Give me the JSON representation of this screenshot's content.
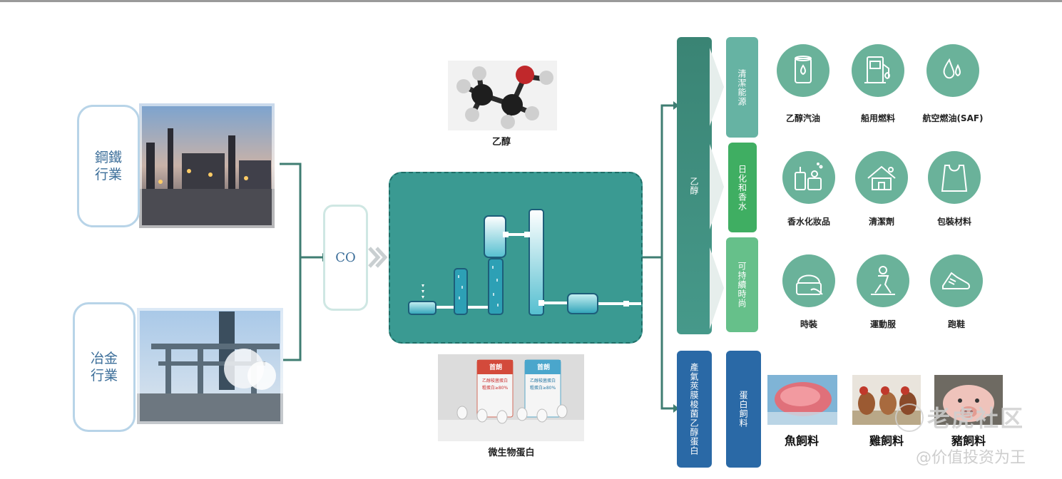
{
  "inputs": [
    {
      "label": "鋼鐵\n行業"
    },
    {
      "label": "冶金\n行業"
    }
  ],
  "gas": {
    "label": "CO"
  },
  "products_top": {
    "ethanol_caption": "乙醇"
  },
  "products_bottom": {
    "protein_caption": "微生物蛋白"
  },
  "bags": {
    "brand": "首朗",
    "line1": "乙醇梭菌蛋白",
    "line2": "粗蛋白≥80%"
  },
  "branches": {
    "ethanol": "乙醇",
    "protein": "產氣莢膜梭菌乙醇蛋白"
  },
  "categories": [
    "清潔能源",
    "日化和香水",
    "可持續時尚",
    "蛋白飼料"
  ],
  "uses": {
    "energy": [
      "乙醇汽油",
      "船用燃料",
      "航空燃油(SAF)"
    ],
    "chemical": [
      "香水化妝品",
      "清潔劑",
      "包裝材料"
    ],
    "fashion": [
      "時裝",
      "運動服",
      "跑鞋"
    ],
    "feed": [
      "魚飼料",
      "雞飼料",
      "豬飼料"
    ]
  },
  "colors": {
    "teal_dark": "#3d8a7a",
    "teal_light": "#66b3a3",
    "green": "#3fae62",
    "green_light": "#66c08a",
    "blue": "#2a6aa5",
    "icon": "#6ab29a"
  },
  "icons": [
    "fuel-can-icon",
    "fuel-pump-icon",
    "droplets-icon",
    "cosmetics-icon",
    "cleaning-house-icon",
    "bag-icon",
    "handbag-icon",
    "person-icon",
    "sneaker-icon"
  ],
  "watermark": {
    "brand": "老虎社区",
    "handle": "@价值投资为王"
  }
}
